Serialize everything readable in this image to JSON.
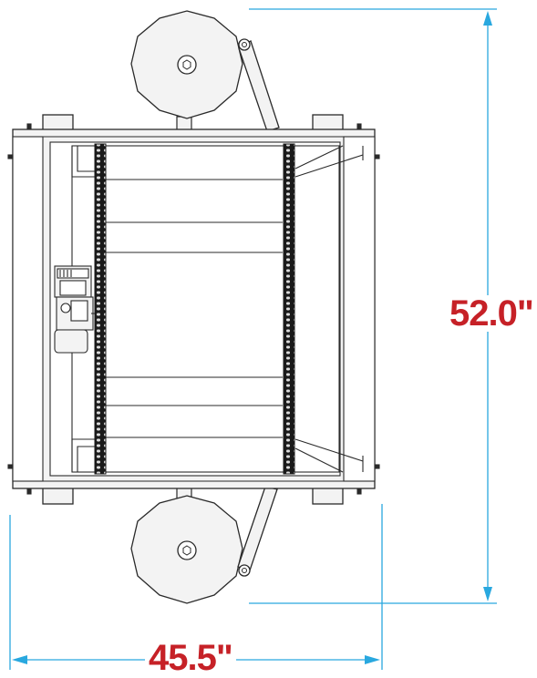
{
  "dimensions": {
    "height": "52.0\"",
    "width": "45.5\""
  },
  "colors": {
    "dimension_text": "#c62127",
    "dimension_line": "#29a8df",
    "outline": "#2a2a2a",
    "fill": "#f3f3f3",
    "chain": "#1a1a1a"
  },
  "icons": {
    "arrow": "triangle-arrowhead"
  }
}
